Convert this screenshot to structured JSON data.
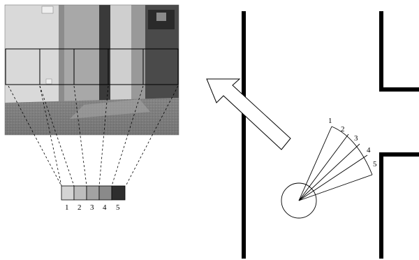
{
  "photo": {
    "cells": [
      {
        "index": 1,
        "shade": "#c9c9c9"
      },
      {
        "index": 2,
        "shade": "#b4b4b4"
      },
      {
        "index": 3,
        "shade": "#9d9d9d"
      },
      {
        "index": 4,
        "shade": "#878787"
      },
      {
        "index": 5,
        "shade": "#4c4c4c"
      }
    ]
  },
  "bar": {
    "labels": [
      "1",
      "2",
      "3",
      "4",
      "5"
    ],
    "shades": [
      "#d4d4d4",
      "#bdbdbd",
      "#a3a3a3",
      "#8a8a8a",
      "#2e2e2e"
    ]
  },
  "fan": {
    "labels": [
      "1",
      "2",
      "3",
      "4",
      "5"
    ]
  }
}
